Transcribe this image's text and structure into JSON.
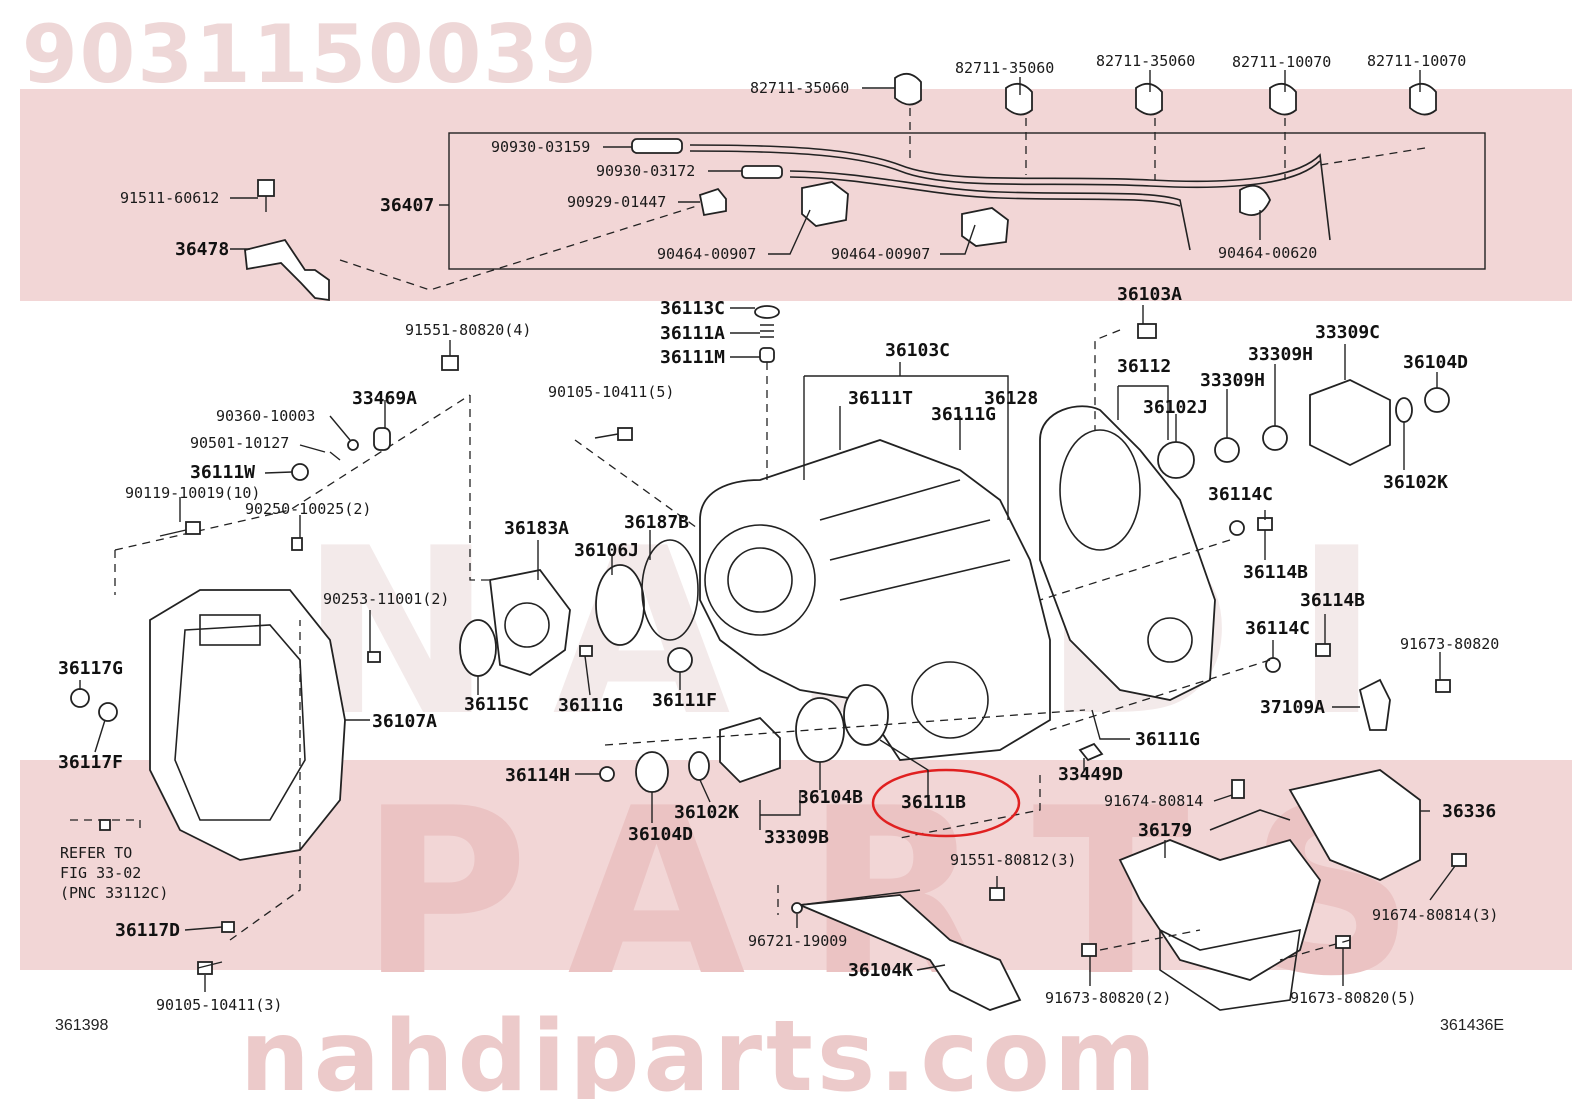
{
  "watermark": {
    "part_number": "9031150039",
    "brand_line1": "NAHDI",
    "brand_line2": "PARTS",
    "site": "nahdiparts.com"
  },
  "figure_codes": {
    "left": "361398",
    "right": "361436E"
  },
  "note": {
    "line1": "REFER TO",
    "line2": "FIG 33-02",
    "line3": "(PNC 33112C)"
  },
  "highlight_color": "#e02020",
  "labels": [
    {
      "id": "l1",
      "text": "82711-35060"
    },
    {
      "id": "l2",
      "text": "82711-35060"
    },
    {
      "id": "l3",
      "text": "82711-35060"
    },
    {
      "id": "l4",
      "text": "82711-10070"
    },
    {
      "id": "l5",
      "text": "82711-10070"
    },
    {
      "id": "l6",
      "text": "90930-03159"
    },
    {
      "id": "l7",
      "text": "90930-03172"
    },
    {
      "id": "l8",
      "text": "91511-60612"
    },
    {
      "id": "l9",
      "text": "90929-01447"
    },
    {
      "id": "l10",
      "text": "36407"
    },
    {
      "id": "l11",
      "text": "36478"
    },
    {
      "id": "l12",
      "text": "90464-00907"
    },
    {
      "id": "l13",
      "text": "90464-00907"
    },
    {
      "id": "l14",
      "text": "90464-00620"
    },
    {
      "id": "l15",
      "text": "36113C"
    },
    {
      "id": "l16",
      "text": "36111A"
    },
    {
      "id": "l17",
      "text": "36111M"
    },
    {
      "id": "l18",
      "text": "36103A"
    },
    {
      "id": "l19",
      "text": "91551-80820(4)"
    },
    {
      "id": "l20",
      "text": "36103C"
    },
    {
      "id": "l21",
      "text": "36112"
    },
    {
      "id": "l22",
      "text": "33309C"
    },
    {
      "id": "l23",
      "text": "33309H"
    },
    {
      "id": "l24",
      "text": "33309H"
    },
    {
      "id": "l25",
      "text": "36104D"
    },
    {
      "id": "l26",
      "text": "90105-10411(5)"
    },
    {
      "id": "l27",
      "text": "33469A"
    },
    {
      "id": "l28",
      "text": "36111T"
    },
    {
      "id": "l29",
      "text": "36128"
    },
    {
      "id": "l30",
      "text": "90360-10003"
    },
    {
      "id": "l31",
      "text": "36111G"
    },
    {
      "id": "l32",
      "text": "36102J"
    },
    {
      "id": "l33",
      "text": "90501-10127"
    },
    {
      "id": "l34",
      "text": "36102K"
    },
    {
      "id": "l35",
      "text": "36111W"
    },
    {
      "id": "l36",
      "text": "90119-10019(10)"
    },
    {
      "id": "l37",
      "text": "90250-10025(2)"
    },
    {
      "id": "l38",
      "text": "36114C"
    },
    {
      "id": "l39",
      "text": "36183A"
    },
    {
      "id": "l40",
      "text": "36187B"
    },
    {
      "id": "l41",
      "text": "36106J"
    },
    {
      "id": "l42",
      "text": "36114B"
    },
    {
      "id": "l43",
      "text": "90253-11001(2)"
    },
    {
      "id": "l44",
      "text": "36114B"
    },
    {
      "id": "l45",
      "text": "36114C"
    },
    {
      "id": "l46",
      "text": "91673-80820"
    },
    {
      "id": "l47",
      "text": "36117G"
    },
    {
      "id": "l48",
      "text": "36115C"
    },
    {
      "id": "l49",
      "text": "36111G"
    },
    {
      "id": "l50",
      "text": "36111F"
    },
    {
      "id": "l51",
      "text": "37109A"
    },
    {
      "id": "l52",
      "text": "36107A"
    },
    {
      "id": "l53",
      "text": "36111G"
    },
    {
      "id": "l54",
      "text": "36117F"
    },
    {
      "id": "l55",
      "text": "36114H"
    },
    {
      "id": "l56",
      "text": "33449D"
    },
    {
      "id": "l57",
      "text": "91674-80814"
    },
    {
      "id": "l58",
      "text": "36104B"
    },
    {
      "id": "l59",
      "text": "36102K"
    },
    {
      "id": "l60",
      "text": "36111B"
    },
    {
      "id": "l61",
      "text": "36336"
    },
    {
      "id": "l62",
      "text": "36104D"
    },
    {
      "id": "l63",
      "text": "33309B"
    },
    {
      "id": "l64",
      "text": "36179"
    },
    {
      "id": "l65",
      "text": "91551-80812(3)"
    },
    {
      "id": "l66",
      "text": "36117D"
    },
    {
      "id": "l67",
      "text": "91674-80814(3)"
    },
    {
      "id": "l68",
      "text": "96721-19009"
    },
    {
      "id": "l69",
      "text": "36104K"
    },
    {
      "id": "l70",
      "text": "90105-10411(3)"
    },
    {
      "id": "l71",
      "text": "91673-80820(2)"
    },
    {
      "id": "l72",
      "text": "91673-80820(5)"
    }
  ]
}
